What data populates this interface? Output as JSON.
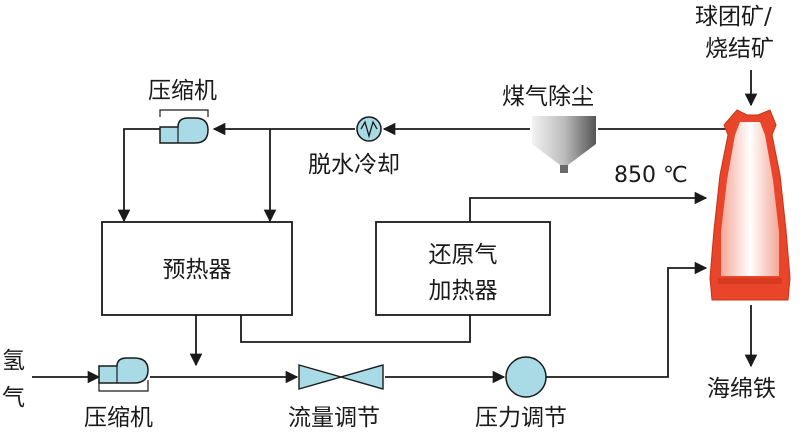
{
  "labels": {
    "ore_line1": "球团矿/",
    "ore_line2": "烧结矿",
    "compressor_top": "压缩机",
    "gas_cleaning": "煤气除尘",
    "dehydration_cooling": "脱水冷却",
    "temperature": "850 ℃",
    "preheater": "预热器",
    "reducing_gas_heater_line1": "还原气",
    "reducing_gas_heater_line2": "加热器",
    "hydrogen_line1": "氢",
    "hydrogen_line2": "气",
    "compressor_bottom": "压缩机",
    "flow_regulation": "流量调节",
    "pressure_regulation": "压力调节",
    "sponge_iron": "海绵铁"
  },
  "colors": {
    "equipment_fill": "#a9dbe6",
    "furnace_orange": "#e8452a",
    "line": "#1a1a1a"
  }
}
